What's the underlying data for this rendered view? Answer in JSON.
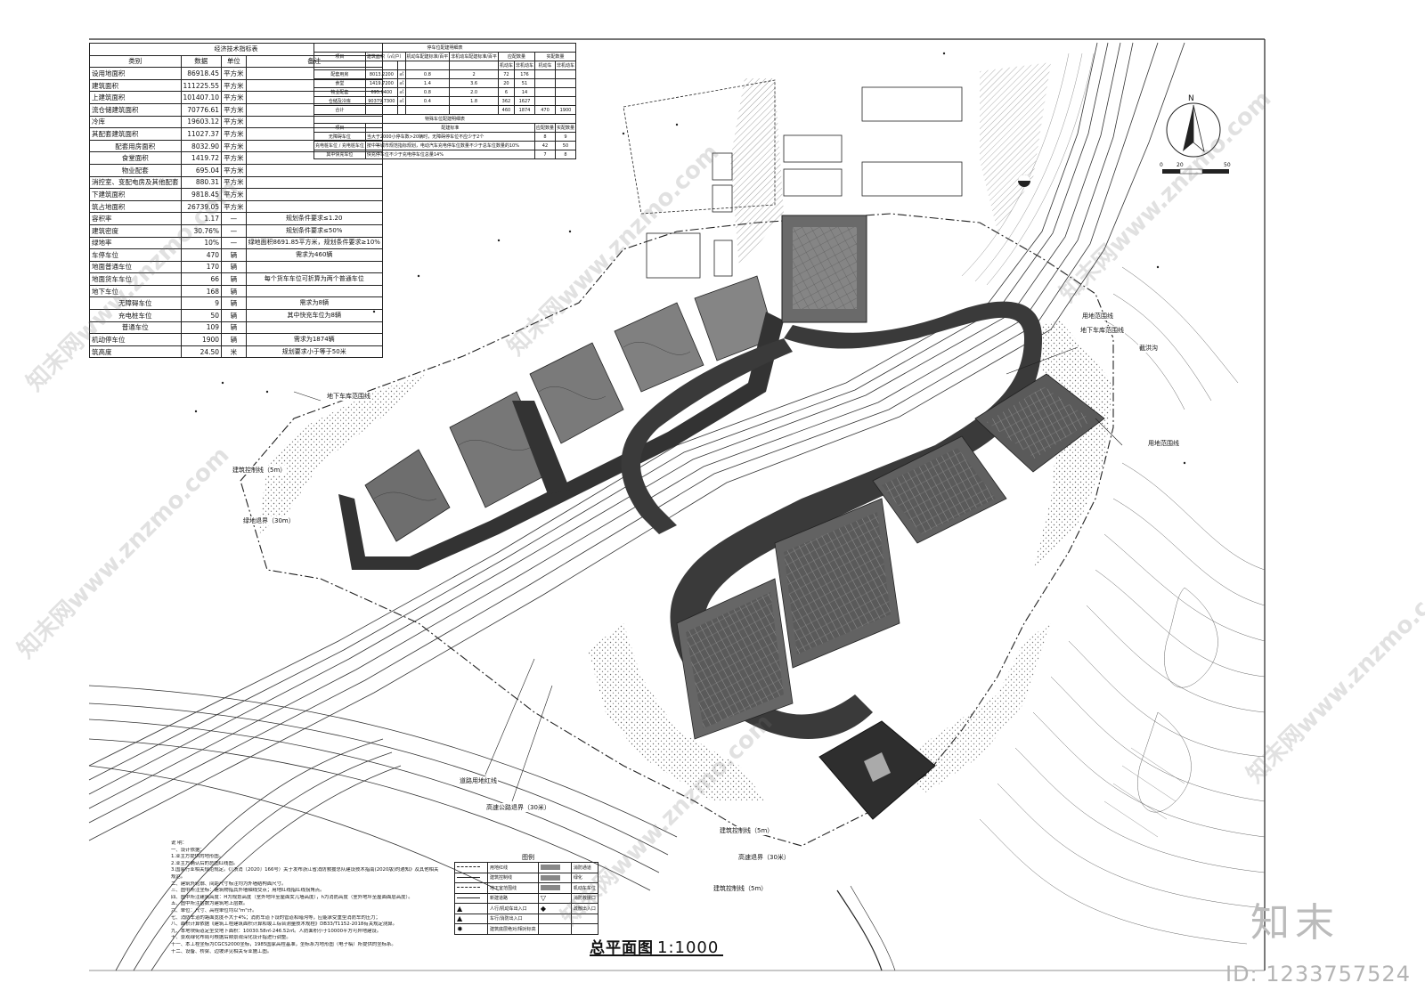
{
  "drawing": {
    "title": "总平面图",
    "scale": "1:1000",
    "north_label": "N",
    "scale_bar_labels": [
      "0",
      "20",
      "50"
    ]
  },
  "econ_table": {
    "title": "经济技术指标表",
    "header": [
      "类别",
      "数据",
      "单位",
      "备注"
    ],
    "rows": [
      [
        "设用地面积",
        "86918.45",
        "平方米",
        ""
      ],
      [
        "建筑面积",
        "111225.55",
        "平方米",
        ""
      ],
      [
        "上建筑面积",
        "101407.10",
        "平方米",
        ""
      ],
      [
        "流仓储建筑面积",
        "70776.61",
        "平方米",
        ""
      ],
      [
        "冷库",
        "19603.12",
        "平方米",
        ""
      ],
      [
        "其配套建筑面积",
        "11027.37",
        "平方米",
        ""
      ],
      [
        "配套用房面积",
        "8032.90",
        "平方米",
        ""
      ],
      [
        "食堂面积",
        "1419.72",
        "平方米",
        ""
      ],
      [
        "物业配套",
        "695.04",
        "平方米",
        ""
      ],
      [
        "消控室、变配电房及其他配套",
        "880.31",
        "平方米",
        ""
      ],
      [
        "下建筑面积",
        "9818.45",
        "平方米",
        ""
      ],
      [
        "筑占地面积",
        "26739.05",
        "平方米",
        ""
      ],
      [
        "容积率",
        "1.17",
        "—",
        "规划条件要求≤1.20"
      ],
      [
        "建筑密度",
        "30.76%",
        "—",
        "规划条件要求≤50%"
      ],
      [
        "绿地率",
        "10%",
        "—",
        "绿地面积8691.85平方米，规划条件要求≥10%"
      ],
      [
        "车停车位",
        "470",
        "辆",
        "需求为460辆"
      ],
      [
        "地面普通车位",
        "170",
        "辆",
        ""
      ],
      [
        "地面货车车位",
        "66",
        "辆",
        "每个货车车位可折算为两个普通车位"
      ],
      [
        "地下车位",
        "168",
        "辆",
        ""
      ],
      [
        "无障碍车位",
        "9",
        "辆",
        "需求为8辆"
      ],
      [
        "充电桩车位",
        "50",
        "辆",
        "其中快充车位为8辆"
      ],
      [
        "普通车位",
        "109",
        "辆",
        ""
      ],
      [
        "机动停车位",
        "1900",
        "辆",
        "需求为1874辆"
      ],
      [
        "筑高度",
        "24.50",
        "米",
        "规划要求小于等于50米"
      ]
    ]
  },
  "parking_table": {
    "title": "停车位配建明细表",
    "header": [
      "项目",
      "建筑面积（㎡/户）",
      "",
      "机动车配建标准/百平",
      "非机动车配建标准/百平",
      "应配数量",
      "",
      "实配数量",
      ""
    ],
    "subheader": [
      "机动车",
      "非机动车",
      "机动车",
      "非机动车"
    ],
    "rows": [
      [
        "配套用房",
        "8013.2200",
        "㎡",
        "0.8",
        "2",
        "72",
        "176",
        "",
        ""
      ],
      [
        "食堂",
        "1419.7200",
        "㎡",
        "1.4",
        "3.6",
        "20",
        "51",
        "",
        ""
      ],
      [
        "物业配套",
        "695.0400",
        "㎡",
        "0.8",
        "2.0",
        "6",
        "14",
        "",
        ""
      ],
      [
        "仓储及冷库",
        "90379.7300",
        "㎡",
        "0.4",
        "1.8",
        "362",
        "1627",
        "",
        ""
      ],
      [
        "合计",
        "",
        "",
        "",
        "",
        "460",
        "1874",
        "470",
        "1900"
      ]
    ],
    "special_title": "特殊车位配建明细表",
    "special_header": [
      "项目",
      "配建标准",
      "应配数量",
      "实配数量"
    ],
    "special_rows": [
      [
        "无障碍车位",
        "当大于2000小停车数>20辆时，无障碍停车位不应少于2个",
        "8",
        "9"
      ],
      [
        "充电桩车位 / 充电桩车位",
        "按中等城市规范指标规划，电动汽车充电停车位数量不少于总车位数量的10%",
        "42",
        "50"
      ],
      [
        "其中快充车位",
        "快充停车位不少于充电停车位总量14%",
        "7",
        "8"
      ]
    ]
  },
  "notes": {
    "heading": "说  明：",
    "lines": [
      "一、设计依据：",
      "1.业主方提供的地形图。",
      "2.业主方确认后的总图红线图。",
      "3.国家行业相关规范规定。《（浙消〔2020〕166号）关于发布浙江省消防救援总队建设技术指南(2020版)的通知》及其他相关",
      "规范。",
      "二、建筑外轮廓、间距尺寸标注均为外墙结构面尺寸。",
      "三、图中所注坐标：建筑物指其外墙轴线交点；用地红线指红线拐角点。",
      "四、图中所注建筑高度：H为规划高度（室外地坪至屋面女儿墙高度），h为消防高度（室外地坪至屋面面层高度）。",
      "五、图中所注层数为建筑地上层数。",
      "六、单位：尺寸、高程单位均以\"m\"计。",
      "七、消防车道的路面宽度不大于4%；消防车道下设的管道和暗沟等，应能承受重型消防车的压力；",
      "八、面积计算依据《建筑工程建筑面积计算和竣工综合测量技术规程》DB33/T1152-2018有关规定测算。",
      "九、本地块街道定坐交地下面积：10030.58㎡-246.52㎡。人防面积小于10000平方可异地建设。",
      "十、景观绿化布局可根据后期景观深化设计指进行调整。",
      "十一、本工程坐标为CGCS2000坐标，1985国家高程基准，坐标系为地形图（电子稿）所提供的坐标系。",
      "十二、设备、桥梁、边坡详见相关专业施工图。"
    ]
  },
  "legend": {
    "title": "图例",
    "rows": [
      [
        "用地红线",
        "消防通道"
      ],
      [
        "建筑控制线",
        "绿化"
      ],
      [
        "地下室范围线",
        "机动车车位"
      ],
      [
        "新建道路",
        "消防救援口"
      ],
      [
        "人行/机动车出入口",
        "疏散出入口"
      ],
      [
        "车行/消防出入口",
        ""
      ],
      [
        "建筑底层绝对/相对标高",
        ""
      ]
    ]
  },
  "annotations": {
    "basement_line_1": "地下车库范围线",
    "basement_line_2": "地下车库范围线",
    "build_control_1": "建筑控制线（5m）",
    "build_control_2": "建筑控制线（5m）",
    "green_retreat": "绿地退界（30m）",
    "drain_ditch": "截洪沟",
    "site_range": "用地范围线",
    "road_red_line": "道路用地红线",
    "highway_retreat": "高速公路退界（30米）",
    "highway_retreat_2": "高速退界（30米）",
    "build_control_3": "建筑控制线（5m）",
    "site_range_2": "用地范围线"
  },
  "watermark": {
    "text": "知末网www.znzmo.com",
    "brand": "知末",
    "id": "ID: 1233757524"
  },
  "colors": {
    "line": "#222222",
    "building_fill": "#6e6e6e",
    "road_fill": "#3a3a3a",
    "hatch": "#999999"
  }
}
